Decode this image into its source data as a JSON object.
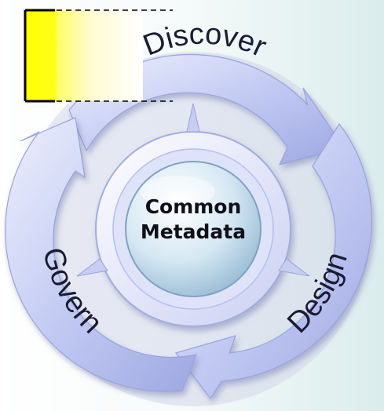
{
  "diagram": {
    "hub": {
      "line1": "Common",
      "line2": "Metadata"
    },
    "stages": [
      {
        "label": "Discover"
      },
      {
        "label": "Design"
      },
      {
        "label": "Govern"
      }
    ],
    "colors": {
      "ring": "#b9c2f0",
      "ring_highlight": "#e6e9fc",
      "ring_shadow": "#8d97d4",
      "hub": "#b4d3e6",
      "legend_swatch": "#ffff00",
      "text": "#1b1b34"
    }
  }
}
